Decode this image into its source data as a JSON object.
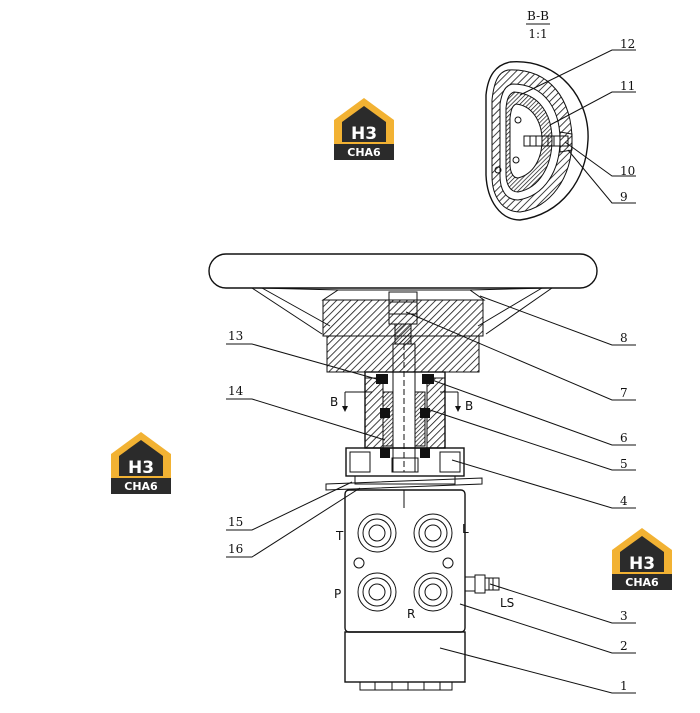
{
  "section_view": {
    "title": "B-B",
    "scale": "1:1",
    "callouts": [
      "12",
      "11",
      "10",
      "9"
    ]
  },
  "main_view": {
    "callouts_right": [
      "8",
      "7",
      "6",
      "5",
      "4",
      "3",
      "2",
      "1"
    ],
    "callouts_left": [
      "13",
      "14",
      "15",
      "16"
    ],
    "section_marks": [
      "B",
      "B"
    ],
    "ports": [
      "T",
      "L",
      "P",
      "R",
      "LS"
    ]
  },
  "watermark": {
    "logo_letters": "H3",
    "logo_caption": "CHA6"
  },
  "colors": {
    "line": "#111111",
    "logo_orange": "#f2b233",
    "logo_dark": "#2b2b2b"
  }
}
